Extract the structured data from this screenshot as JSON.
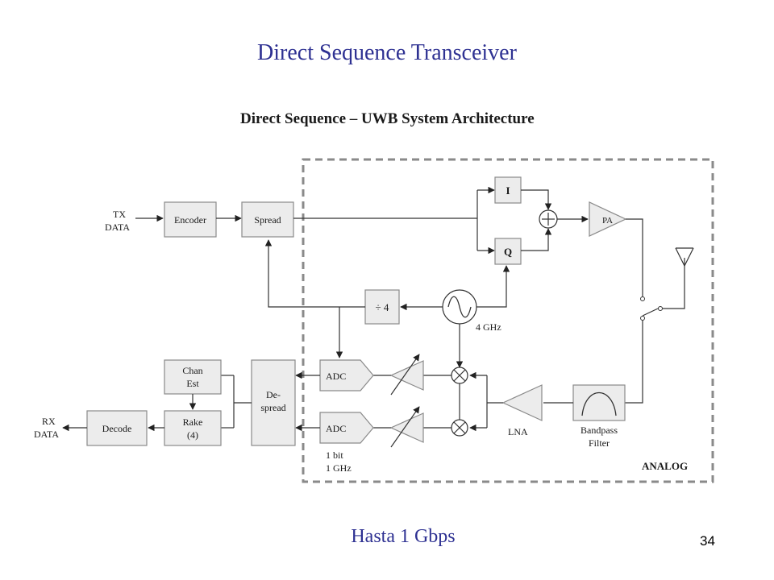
{
  "slide": {
    "title": "Direct Sequence Transceiver",
    "footer": "Hasta 1 Gbps",
    "page_number": "34"
  },
  "diagram": {
    "heading": "Direct Sequence – UWB  System Architecture",
    "analog_label": "ANALOG",
    "tx": {
      "line1": "TX",
      "line2": "DATA"
    },
    "rx": {
      "line1": "RX",
      "line2": "DATA"
    },
    "blocks": {
      "encoder": "Encoder",
      "spread": "Spread",
      "i": "I",
      "q": "Q",
      "pa": "PA",
      "divider": "÷ 4",
      "oscillator_freq": "4 GHz",
      "adc_top": "ADC",
      "adc_bottom": "ADC",
      "adc_spec_line1": "1 bit",
      "adc_spec_line2": "1 GHz",
      "chan_est_line1": "Chan",
      "chan_est_line2": "Est",
      "rake_line1": "Rake",
      "rake_line2": "(4)",
      "despread_line1": "De-",
      "despread_line2": "spread",
      "decode": "Decode",
      "lna": "LNA",
      "bandpass_line1": "Bandpass",
      "bandpass_line2": "Filter"
    }
  }
}
